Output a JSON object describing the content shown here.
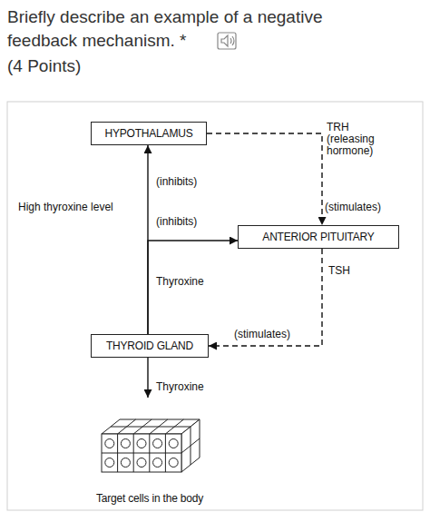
{
  "diagram": {
    "title": "Briefly describe an example of a negative feedback mechanism. *",
    "nodes": [
      {
        "text": [
          "HYPOTHALAMUS"
        ]
      },
      {
        "text": [
          "ANTERIOR PITUITARY"
        ]
      },
      {
        "text": [
          "THYROID GLAND"
        ]
      },
      {
        "text": [
          "Target cells in the body"
        ]
      }
    ],
    "edges": [
      {
        "from": 0,
        "to": 1,
        "label": "TRH (releasing hormone)",
        "arrow": "to"
      },
      {
        "from": 1,
        "to": 2,
        "label": "TSH",
        "arrow": "to"
      },
      {
        "from": 2,
        "to": 0,
        "label": "(inhibits)",
        "arrow": "to"
      },
      {
        "from": 2,
        "to": 1,
        "label": "(inhibits)",
        "arrow": "to"
      },
      {
        "from": 2,
        "to": 3,
        "label": "Thyroxine",
        "arrow": "to"
      }
    ],
    "labels": [
      "(4 Points)",
      "High thyroxine level",
      "Thyroxine",
      "(stimulates)",
      "(stimulates)"
    ]
  }
}
